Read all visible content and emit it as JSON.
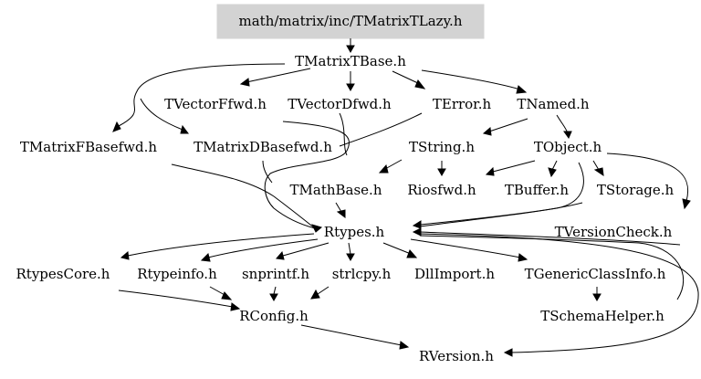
{
  "root": "math/matrix/inc/TMatrixTLazy.h",
  "nodes": {
    "tmatrixtbase": "TMatrixTBase.h",
    "tvectorffwd": "TVectorFfwd.h",
    "tvectordfwd": "TVectorDfwd.h",
    "terror": "TError.h",
    "tnamed": "TNamed.h",
    "tmatrixfbasefwd": "TMatrixFBasefwd.h",
    "tmatrixdbasefwd": "TMatrixDBasefwd.h",
    "tstring": "TString.h",
    "tobject": "TObject.h",
    "tmathbase": "TMathBase.h",
    "riosfwd": "Riosfwd.h",
    "tbuffer": "TBuffer.h",
    "tstorage": "TStorage.h",
    "tversioncheck": "TVersionCheck.h",
    "rtypes": "Rtypes.h",
    "rtypescore": "RtypesCore.h",
    "rtypeinfo": "Rtypeinfo.h",
    "snprintf": "snprintf.h",
    "strlcpy": "strlcpy.h",
    "dllimport": "DllImport.h",
    "tgenericclassinfo": "TGenericClassInfo.h",
    "rconfig": "RConfig.h",
    "tschemahelper": "TSchemaHelper.h",
    "rversion": "RVersion.h"
  }
}
